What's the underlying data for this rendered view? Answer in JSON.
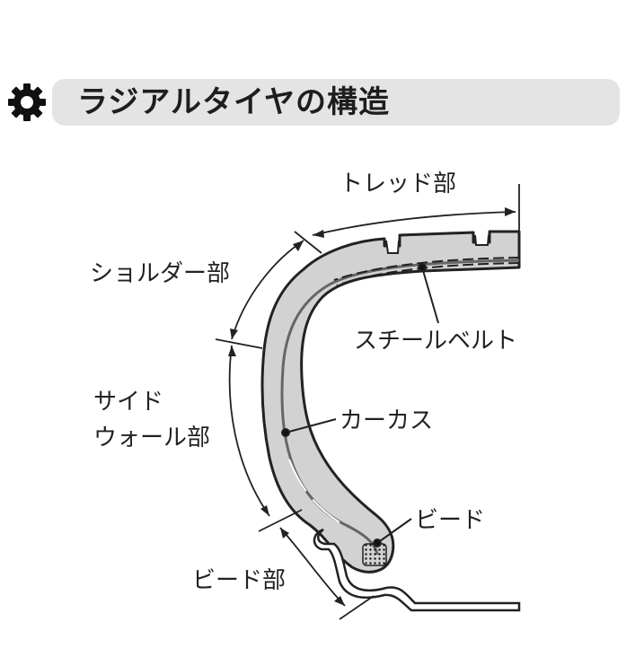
{
  "title": "ラジアルタイヤの構造",
  "icon": "gear-icon",
  "labels": {
    "tread": "トレッド部",
    "shoulder": "ショルダー部",
    "steel_belt": "スチールベルト",
    "sidewall_line1": "サイド",
    "sidewall_line2": "ウォール部",
    "carcass": "カーカス",
    "bead": "ビード",
    "bead_section": "ビード部"
  }
}
